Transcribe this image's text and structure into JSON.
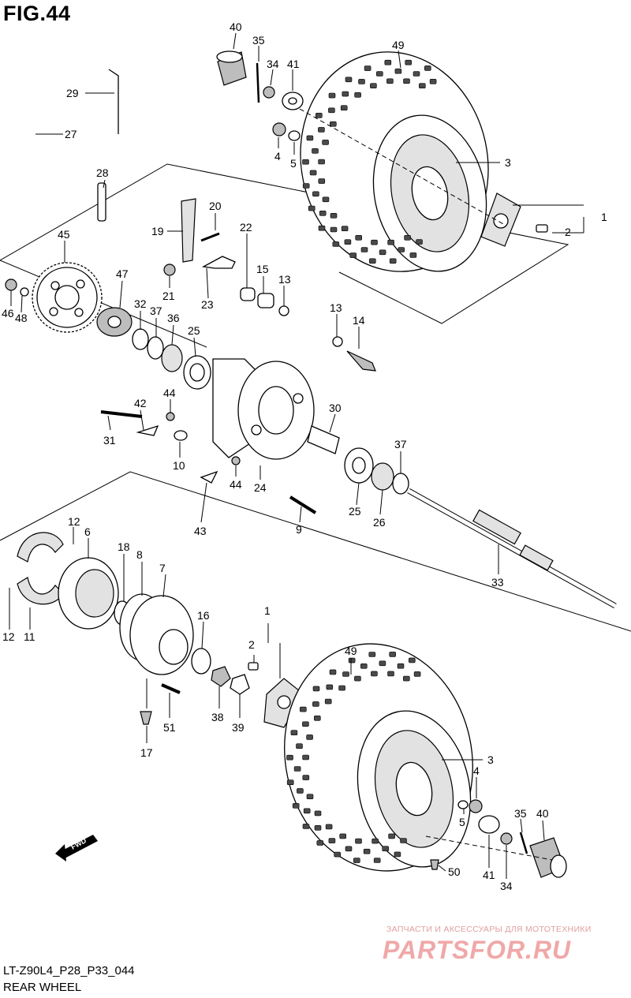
{
  "figure": {
    "title": "FIG.44",
    "code": "LT-Z90L4_P28_P33_044",
    "caption": "REAR WHEEL",
    "fwd_label": "FWD"
  },
  "watermark": {
    "line1": "ЗАПЧАСТИ И АКСЕССУАРЫ ДЛЯ МОТОТЕХНИКИ",
    "line2": "PARTSFOR.RU"
  },
  "callouts": {
    "c40a": "40",
    "c35a": "35",
    "c34a": "34",
    "c41a": "41",
    "c49a": "49",
    "c4a": "4",
    "c5a": "5",
    "c3a": "3",
    "c1a": "1",
    "c2a": "2",
    "c29": "29",
    "c27": "27",
    "c28": "28",
    "c20": "20",
    "c19": "19",
    "c22": "22",
    "c21": "21",
    "c15": "15",
    "c13a": "13",
    "c23": "23",
    "c45": "45",
    "c47": "47",
    "c46": "46",
    "c48": "48",
    "c32": "32",
    "c37a": "37",
    "c36": "36",
    "c25a": "25",
    "c13b": "13",
    "c14": "14",
    "c44a": "44",
    "c42": "42",
    "c31": "31",
    "c10": "10",
    "c30": "30",
    "c44b": "44",
    "c24": "24",
    "c43": "43",
    "c37b": "37",
    "c25b": "25",
    "c26": "26",
    "c9": "9",
    "c33": "33",
    "c12a": "12",
    "c6": "6",
    "c18": "18",
    "c8": "8",
    "c7": "7",
    "c12b": "12",
    "c11": "11",
    "c16": "16",
    "c1b": "1",
    "c2b": "2",
    "c38": "38",
    "c39": "39",
    "c51": "51",
    "c17": "17",
    "c49b": "49",
    "c3b": "3",
    "c4b": "4",
    "c5b": "5",
    "c35b": "35",
    "c40b": "40",
    "c41b": "41",
    "c34b": "34",
    "c50": "50"
  }
}
